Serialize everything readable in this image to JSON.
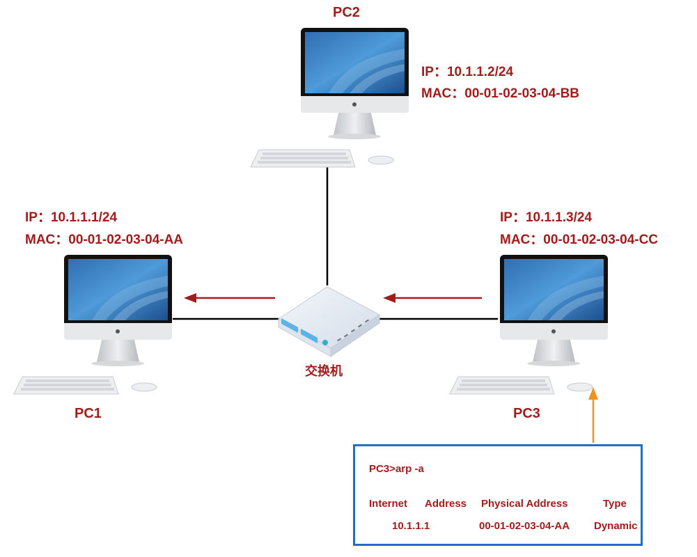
{
  "devices": {
    "pc1": {
      "name": "PC1",
      "ip_label": "IP：",
      "ip": "10.1.1.1/24",
      "mac_label": "MAC：",
      "mac": "00-01-02-03-04-AA"
    },
    "pc2": {
      "name": "PC2",
      "ip_label": "IP：",
      "ip": "10.1.1.2/24",
      "mac_label": "MAC：",
      "mac": "00-01-02-03-04-BB"
    },
    "pc3": {
      "name": "PC3",
      "ip_label": "IP：",
      "ip": "10.1.1.3/24",
      "mac_label": "MAC：",
      "mac": "00-01-02-03-04-CC"
    },
    "switch": {
      "name": "交换机"
    }
  },
  "terminal": {
    "command": "PC3>arp -a",
    "headers": {
      "internet": "Internet",
      "address": "Address",
      "physical": "Physical Address",
      "type": "Type"
    },
    "row": {
      "ip": "10.1.1.1",
      "mac": "00-01-02-03-04-AA",
      "type": "Dynamic"
    }
  },
  "colors": {
    "label": "#a11c1c",
    "arrow_red": "#a11c1c",
    "arrow_orange": "#f0921e",
    "terminal_border": "#1f6fc6",
    "link": "#000000"
  }
}
